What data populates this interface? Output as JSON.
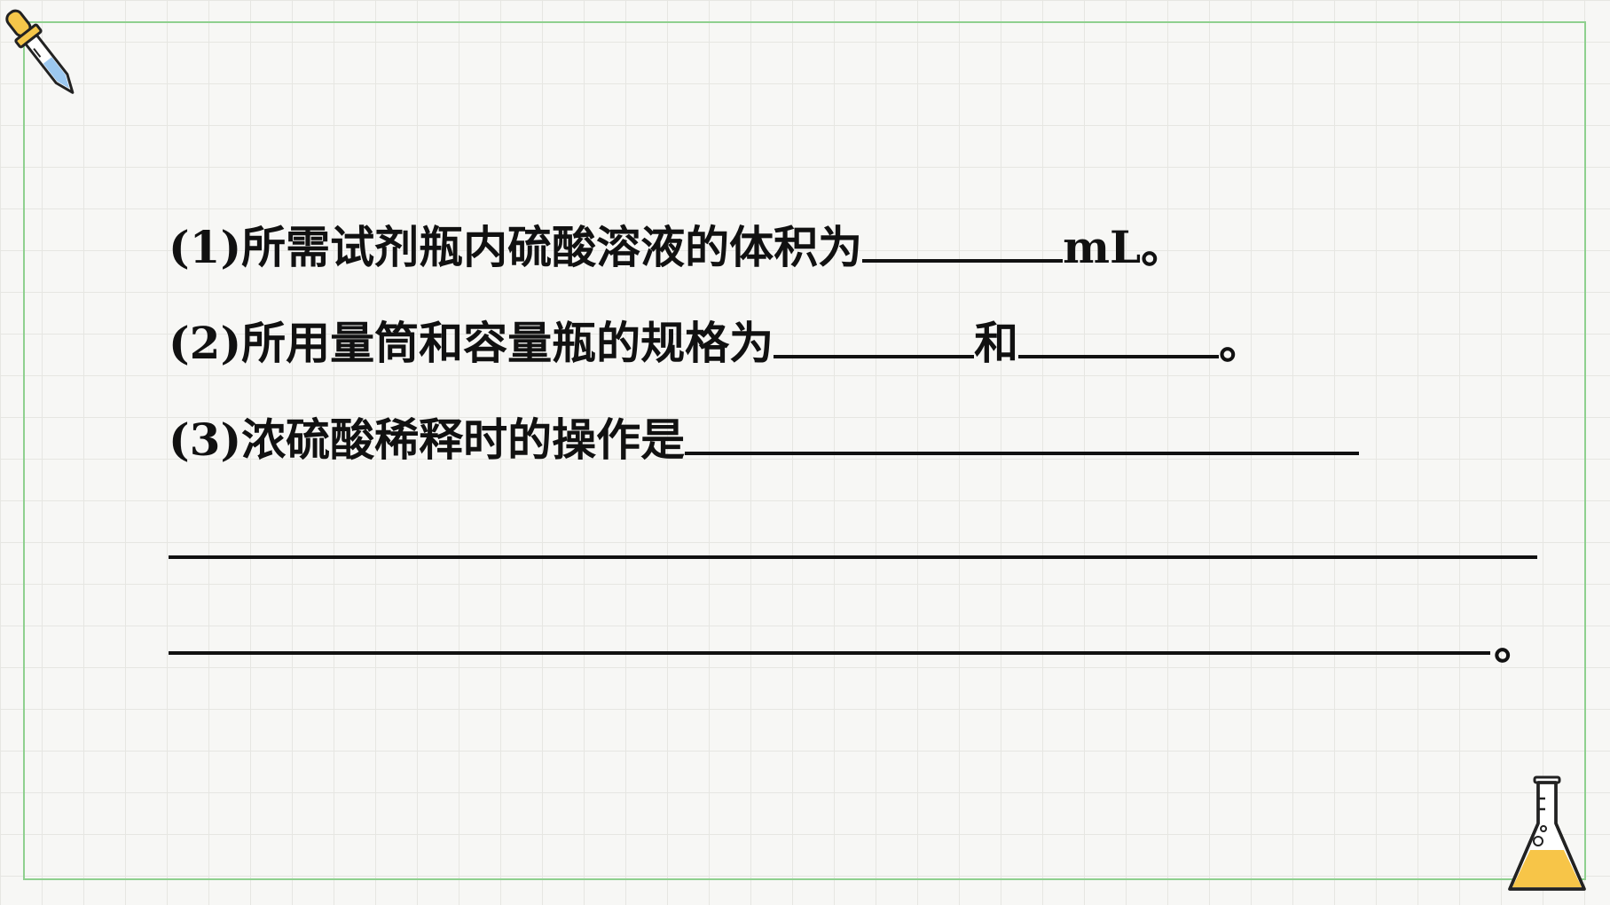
{
  "questions": [
    {
      "prefix": "(1)所需试剂瓶内硫酸溶液的体积为",
      "suffix": "mL。"
    },
    {
      "prefix": "(2)所用量筒和容量瓶的规格为",
      "middle": "和",
      "suffix": "。"
    },
    {
      "prefix": "(3)浓硫酸稀释时的操作是"
    }
  ],
  "final_period": "。",
  "icons": {
    "top_left": "dropper-icon",
    "bottom_right": "flask-icon"
  },
  "colors": {
    "frame": "#8fd08f",
    "grid": "#e6e6e2",
    "dropper_cap": "#f5c64a",
    "dropper_liquid": "#9cc8f0",
    "flask_liquid": "#f7c548"
  }
}
